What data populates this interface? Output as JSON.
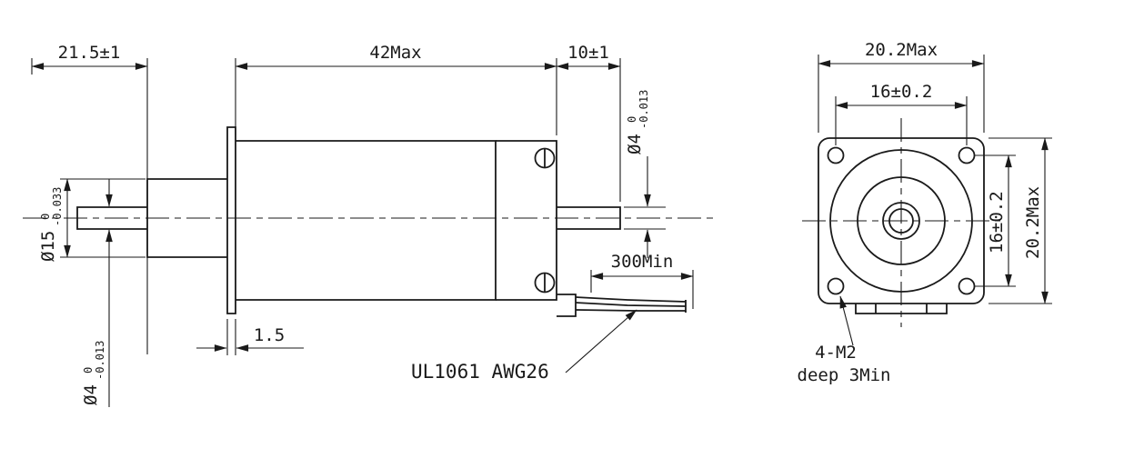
{
  "drawing": {
    "type": "motor-outline-dimension-drawing",
    "line_color": "#1a1a1a",
    "background_color": "#ffffff"
  },
  "side_view": {
    "dim_front_length": "21.5±1",
    "dim_body_length": "42Max",
    "dim_rear_shaft_length": "10±1",
    "dim_rear_shaft_dia": {
      "base": "Ø4",
      "tol_upper": "0",
      "tol_lower": "-0.013"
    },
    "dim_pilot_dia": {
      "base": "Ø15",
      "tol_upper": "0",
      "tol_lower": "-0.033"
    },
    "dim_front_shaft_dia": {
      "base": "Ø4",
      "tol_upper": "0",
      "tol_lower": "-0.013"
    },
    "dim_flange_thickness": "1.5",
    "dim_lead_length": "300Min",
    "label_lead_spec": "UL1061 AWG26"
  },
  "front_view": {
    "dim_width": "20.2Max",
    "dim_hole_pitch_h": "16±0.2",
    "dim_hole_pitch_v": "16±0.2",
    "dim_height": "20.2Max",
    "label_holes": "4-M2",
    "label_hole_depth": "deep 3Min"
  }
}
